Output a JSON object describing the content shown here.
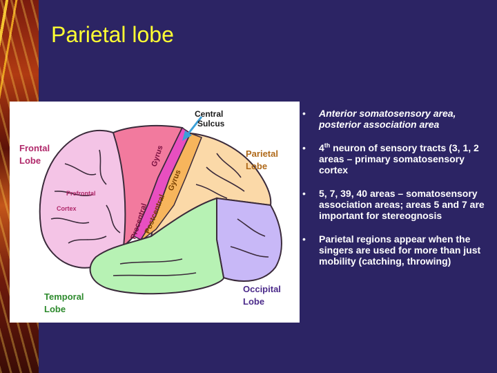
{
  "slide": {
    "title": "Parietal lobe"
  },
  "figure": {
    "labels": {
      "central_sulcus_1": "Central",
      "central_sulcus_2": "Sulcus",
      "frontal_1": "Frontal",
      "frontal_2": "Lobe",
      "parietal_1": "Parietal",
      "parietal_2": "Lobe",
      "prefrontal": "Prefrontal",
      "cortex": "Cortex",
      "precentral": "Precentral",
      "gyrus_pre": "Gyrus",
      "postcentral": "Postcentral",
      "gyrus_post": "Gyrus",
      "temporal_1": "Temporal",
      "temporal_2": "Lobe",
      "occipital_1": "Occipital",
      "occipital_2": "Lobe"
    },
    "colors": {
      "frontal": "#f4c4e6",
      "precentral": "#f27a9e",
      "precentral_strip": "#e84fc0",
      "parietal": "#fbd9a8",
      "postcentral": "#f7b55c",
      "temporal": "#b7f2b4",
      "occipital": "#c8b8f7",
      "label_brown": "#b06a1a",
      "label_green": "#2d8a2d",
      "label_purple": "#4b2a8a"
    }
  },
  "bullets": [
    {
      "text": "Anterior somatosensory area, posterior association area",
      "italic": true
    },
    {
      "pre": "4",
      "sup": "th",
      "text": " neuron of sensory tracts (3, 1, 2 areas  – primary somatosensory cortex"
    },
    {
      "text": "5, 7, 39, 40 areas – somatosensory association areas; areas 5 and 7 are important for stereognosis"
    },
    {
      "text": "Parietal regions appear when the singers are used for more than just mobility (catching, throwing)"
    }
  ],
  "bullet_glyph": "•"
}
